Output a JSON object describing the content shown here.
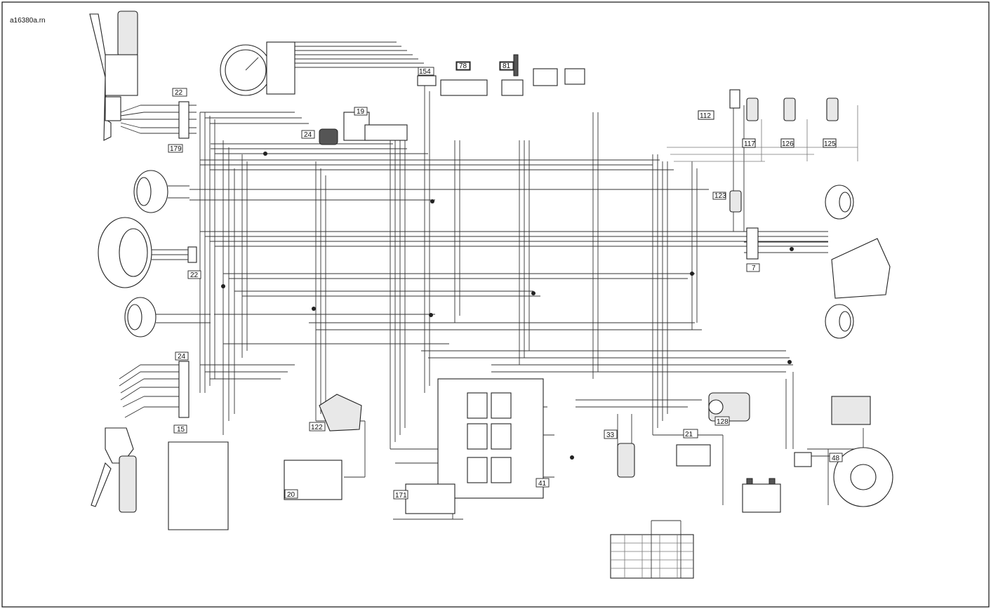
{
  "figure": {
    "id_label": "a16380a.rn"
  },
  "callouts": [
    "22",
    "179",
    "19",
    "24",
    "154",
    "78",
    "81",
    "112",
    "117",
    "126",
    "125",
    "123",
    "22",
    "7",
    "24",
    "21",
    "15",
    "122",
    "20",
    "171",
    "41",
    "33",
    "128",
    "48"
  ]
}
